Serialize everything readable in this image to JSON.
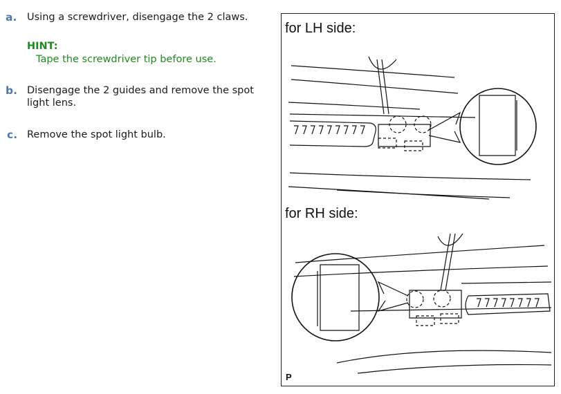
{
  "steps": [
    {
      "letter": "a.",
      "text": "Using a screwdriver, disengage the 2 claws."
    },
    {
      "letter": "b.",
      "text": "Disengage the 2 guides and remove the spot light lens."
    },
    {
      "letter": "c.",
      "text": "Remove the spot light bulb."
    }
  ],
  "hint": {
    "title": "HINT:",
    "text": "Tape the screwdriver tip before use."
  },
  "figure": {
    "lh_caption": "for LH side:",
    "rh_caption": "for RH side:",
    "code": "P"
  },
  "colors": {
    "letter": "#4f79a6",
    "hint": "#1f8a1f"
  }
}
